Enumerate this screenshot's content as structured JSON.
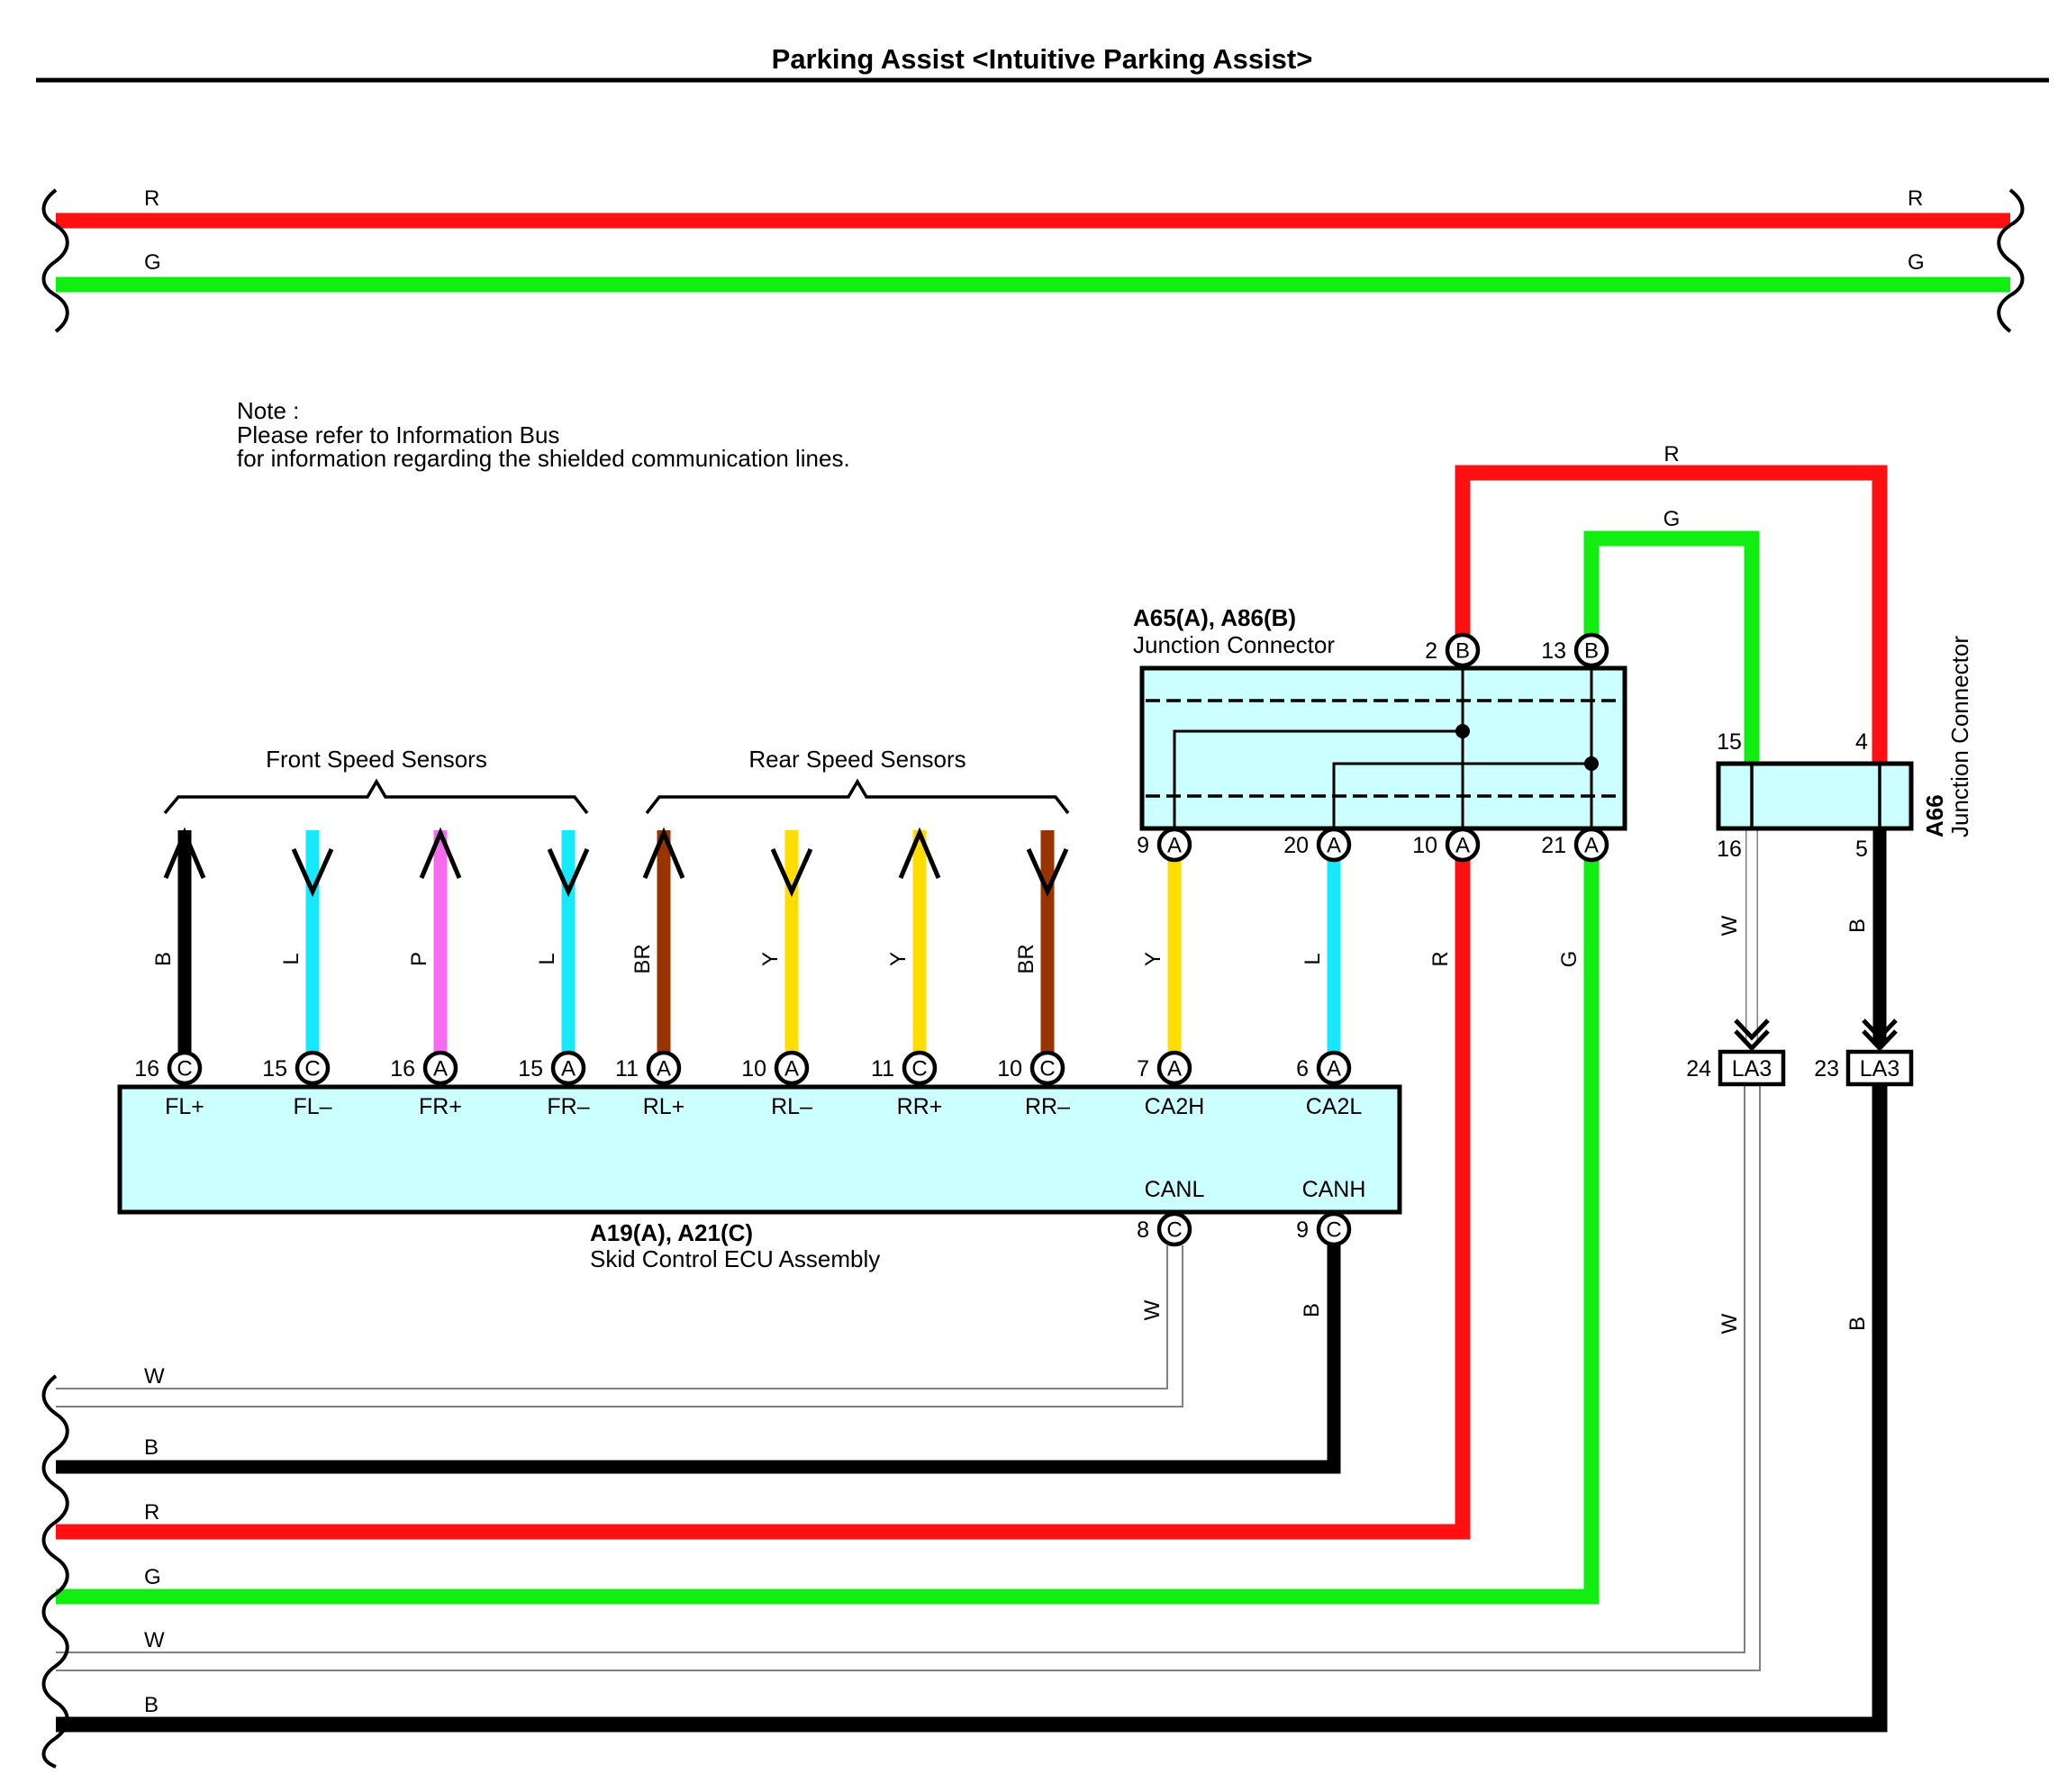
{
  "title": "Parking Assist <Intuitive Parking Assist>",
  "note": {
    "line1": "Note :",
    "line2": "Please refer to Information Bus",
    "line3": "for information regarding the shielded communication lines."
  },
  "colors": {
    "R": "#ff1010",
    "G": "#12ee12",
    "B": "#000000",
    "L": "#16e8ff",
    "P": "#f56cf0",
    "BR": "#993300",
    "Y": "#ffdd00",
    "W": "#ffffff",
    "connector_fill": "#ccffff"
  },
  "top_bus": {
    "red_label": "R",
    "green_label": "G"
  },
  "groups": {
    "front": "Front Speed Sensors",
    "rear": "Rear Speed Sensors"
  },
  "ecu": {
    "code": "A19(A), A21(C)",
    "name": "Skid Control ECU Assembly",
    "pins": [
      {
        "num": "16",
        "conn": "C",
        "term": "FL+",
        "wire": "B",
        "dir": "out"
      },
      {
        "num": "15",
        "conn": "C",
        "term": "FL–",
        "wire": "L",
        "dir": "in"
      },
      {
        "num": "16",
        "conn": "A",
        "term": "FR+",
        "wire": "P",
        "dir": "out"
      },
      {
        "num": "15",
        "conn": "A",
        "term": "FR–",
        "wire": "L",
        "dir": "in"
      },
      {
        "num": "11",
        "conn": "A",
        "term": "RL+",
        "wire": "BR",
        "dir": "out"
      },
      {
        "num": "10",
        "conn": "A",
        "term": "RL–",
        "wire": "Y",
        "dir": "in"
      },
      {
        "num": "11",
        "conn": "C",
        "term": "RR+",
        "wire": "Y",
        "dir": "out"
      },
      {
        "num": "10",
        "conn": "C",
        "term": "RR–",
        "wire": "BR",
        "dir": "in"
      },
      {
        "num": "7",
        "conn": "A",
        "term": "CA2H",
        "wire": "Y"
      },
      {
        "num": "6",
        "conn": "A",
        "term": "CA2L",
        "wire": "L"
      }
    ],
    "bottom_pins": [
      {
        "num": "8",
        "conn": "C",
        "term": "CANL",
        "wire": "W"
      },
      {
        "num": "9",
        "conn": "C",
        "term": "CANH",
        "wire": "B"
      }
    ]
  },
  "junction1": {
    "code": "A65(A), A86(B)",
    "name": "Junction Connector",
    "top_pins": [
      {
        "num": "2",
        "conn": "B"
      },
      {
        "num": "13",
        "conn": "B"
      }
    ],
    "bottom_pins": [
      {
        "num": "9",
        "conn": "A"
      },
      {
        "num": "20",
        "conn": "A"
      },
      {
        "num": "10",
        "conn": "A",
        "wire": "R"
      },
      {
        "num": "21",
        "conn": "A",
        "wire": "G"
      }
    ],
    "top_wires": [
      "R",
      "G"
    ]
  },
  "junction2": {
    "code": "A66",
    "name": "Junction Connector",
    "pins": {
      "tl": "15",
      "tr": "4",
      "bl": "16",
      "br": "5"
    },
    "wires": {
      "left": "W",
      "right": "B"
    }
  },
  "la3": [
    {
      "num": "24",
      "label": "LA3",
      "wire": "W"
    },
    {
      "num": "23",
      "label": "LA3",
      "wire": "B"
    }
  ],
  "bottom_bus": [
    "W",
    "B",
    "R",
    "G",
    "W",
    "B"
  ],
  "ecu_bottom_wires": [
    "W",
    "B"
  ]
}
